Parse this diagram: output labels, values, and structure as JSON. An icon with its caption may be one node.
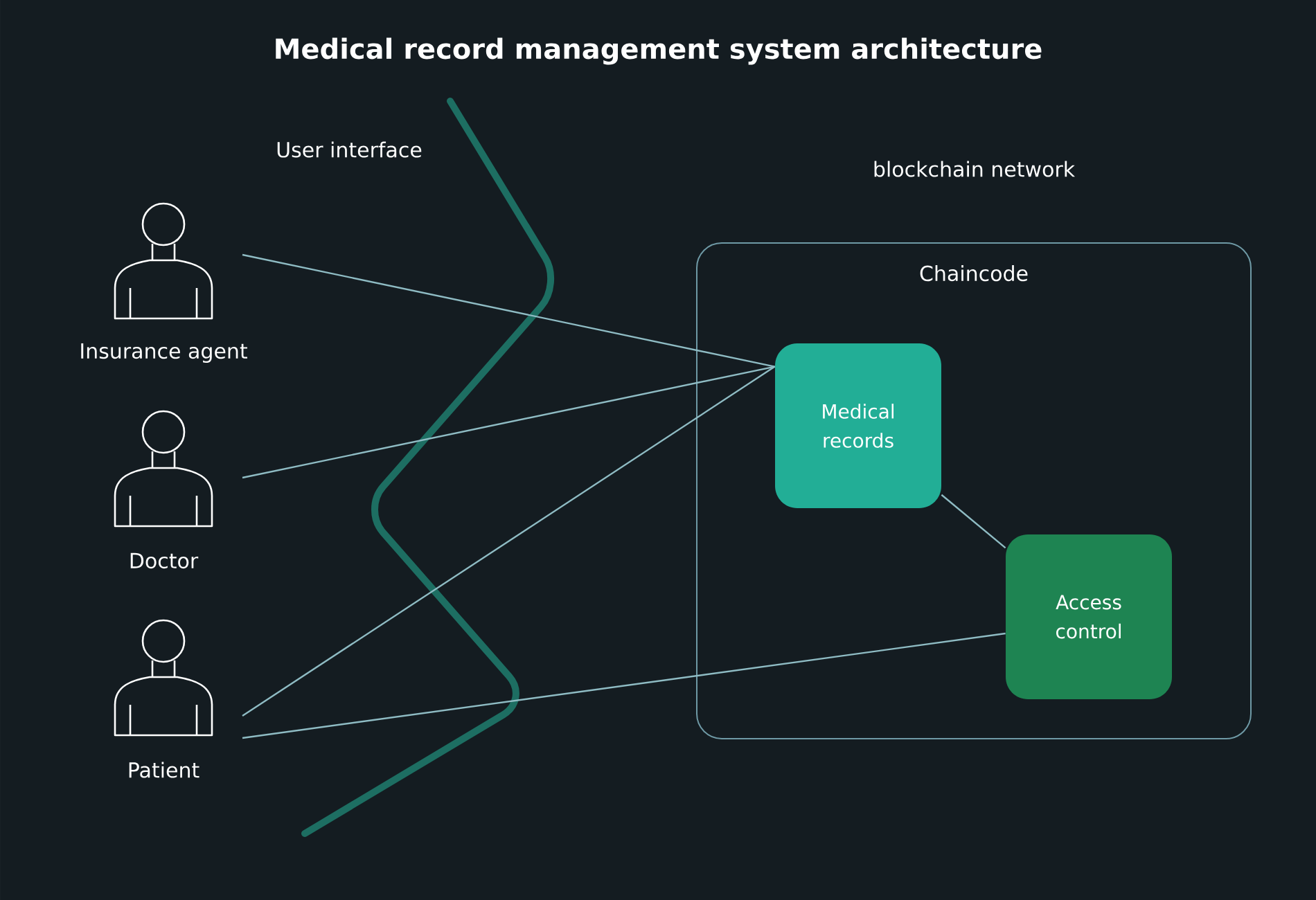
{
  "diagram": {
    "title": "Medical record management system architecture",
    "nodes": [
      {
        "text": [
          "Insurance agent"
        ]
      },
      {
        "text": [
          "Doctor"
        ]
      },
      {
        "text": [
          "Patient"
        ]
      },
      {
        "text": [
          "Chaincode"
        ]
      },
      {
        "text": [
          "Medical records"
        ],
        "in": 3
      },
      {
        "text": [
          "Access control"
        ],
        "in": 3
      }
    ],
    "edges": [
      {
        "from": 0,
        "to": 4,
        "arrow": "none"
      },
      {
        "from": 1,
        "to": 4,
        "arrow": "none"
      },
      {
        "from": 2,
        "to": 4,
        "arrow": "none"
      },
      {
        "from": 2,
        "to": 5,
        "arrow": "none"
      },
      {
        "from": 4,
        "to": 5,
        "arrow": "none"
      }
    ],
    "labels": [
      "User interface",
      "blockchain network"
    ]
  }
}
